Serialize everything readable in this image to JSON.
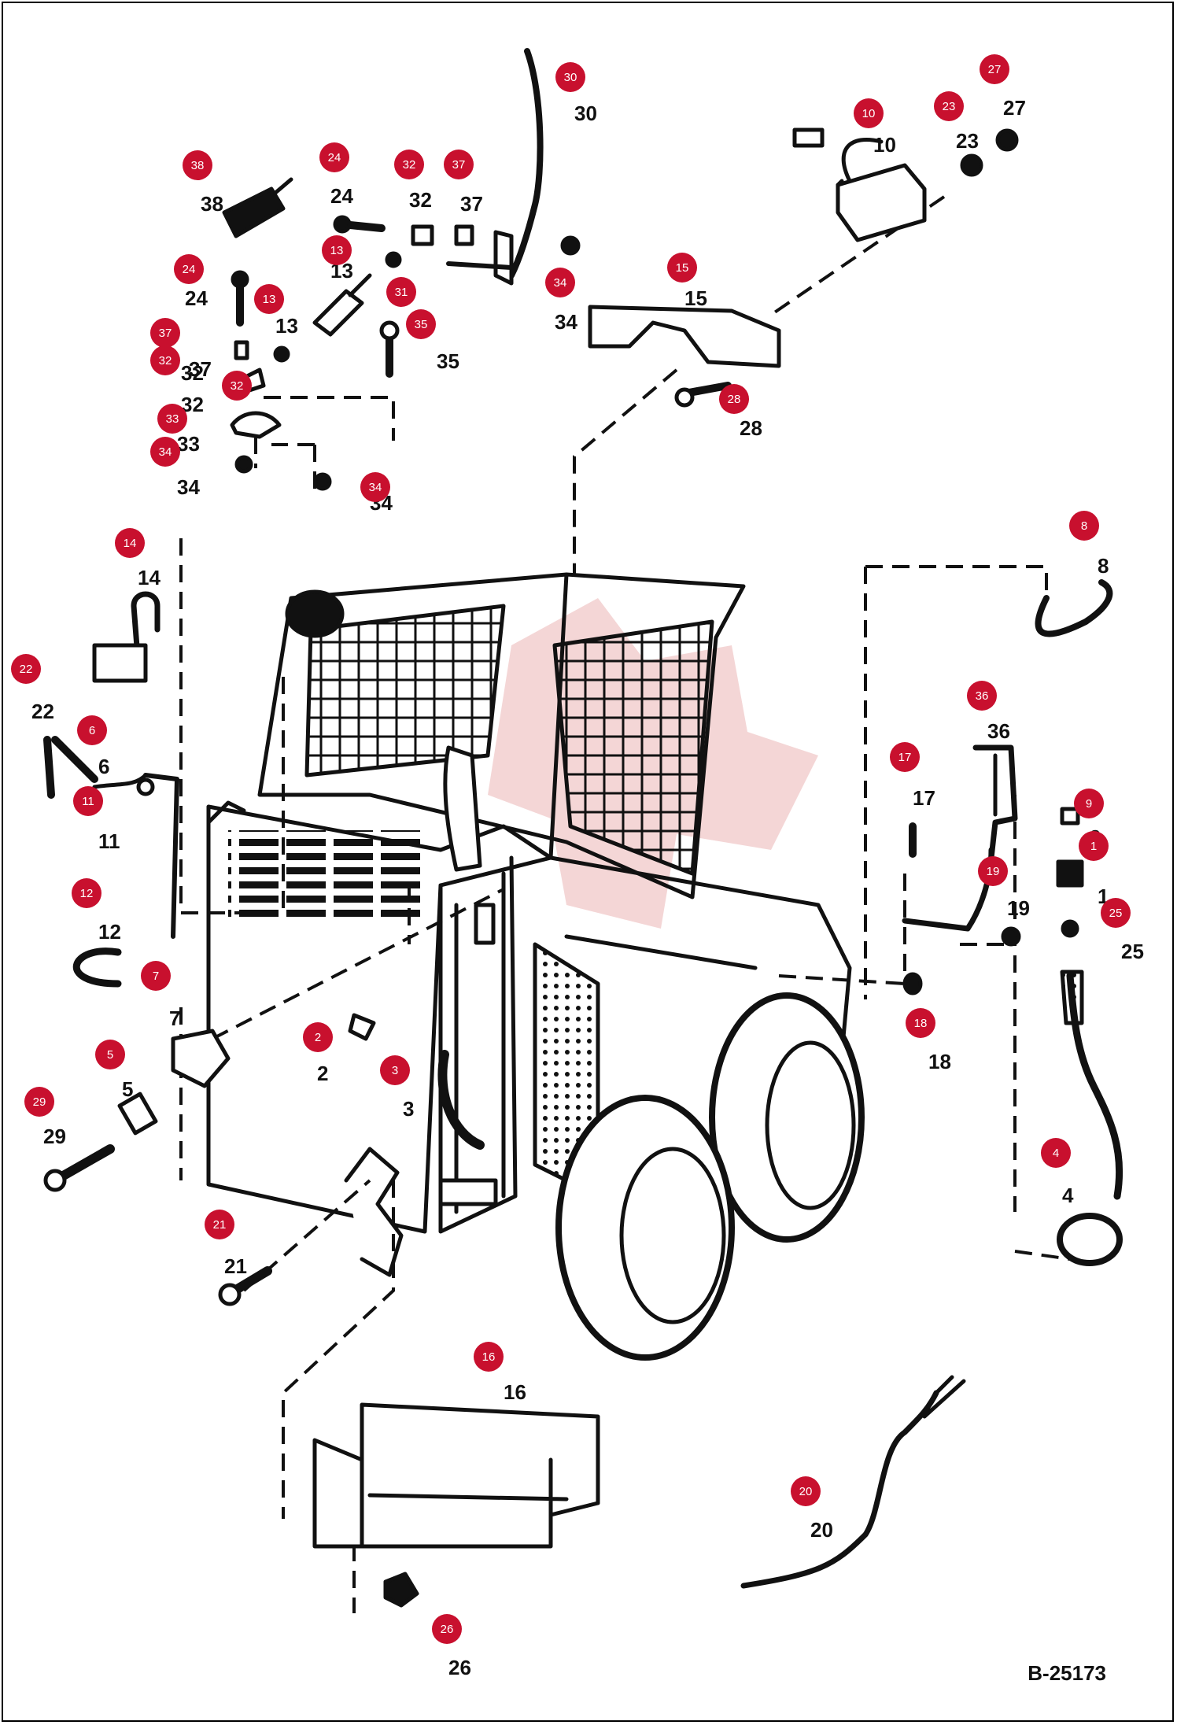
{
  "drawing_code": "B-25173",
  "colors": {
    "badge": "#c8102e",
    "line": "#111111",
    "watermark": "#e7a3a3"
  },
  "parts": [
    {
      "num": "1"
    },
    {
      "num": "2"
    },
    {
      "num": "3"
    },
    {
      "num": "4"
    },
    {
      "num": "5"
    },
    {
      "num": "6"
    },
    {
      "num": "7"
    },
    {
      "num": "8"
    },
    {
      "num": "9"
    },
    {
      "num": "10"
    },
    {
      "num": "11"
    },
    {
      "num": "12"
    },
    {
      "num": "13"
    },
    {
      "num": "13"
    },
    {
      "num": "14"
    },
    {
      "num": "15"
    },
    {
      "num": "16"
    },
    {
      "num": "17"
    },
    {
      "num": "18"
    },
    {
      "num": "19"
    },
    {
      "num": "20"
    },
    {
      "num": "21"
    },
    {
      "num": "22"
    },
    {
      "num": "23"
    },
    {
      "num": "24"
    },
    {
      "num": "24"
    },
    {
      "num": "25"
    },
    {
      "num": "26"
    },
    {
      "num": "27"
    },
    {
      "num": "28"
    },
    {
      "num": "29"
    },
    {
      "num": "30"
    },
    {
      "num": "31"
    },
    {
      "num": "32"
    },
    {
      "num": "32"
    },
    {
      "num": "32"
    },
    {
      "num": "33"
    },
    {
      "num": "34"
    },
    {
      "num": "34"
    },
    {
      "num": "34"
    },
    {
      "num": "35"
    },
    {
      "num": "37"
    },
    {
      "num": "37"
    },
    {
      "num": "38"
    },
    {
      "num": "36"
    }
  ]
}
